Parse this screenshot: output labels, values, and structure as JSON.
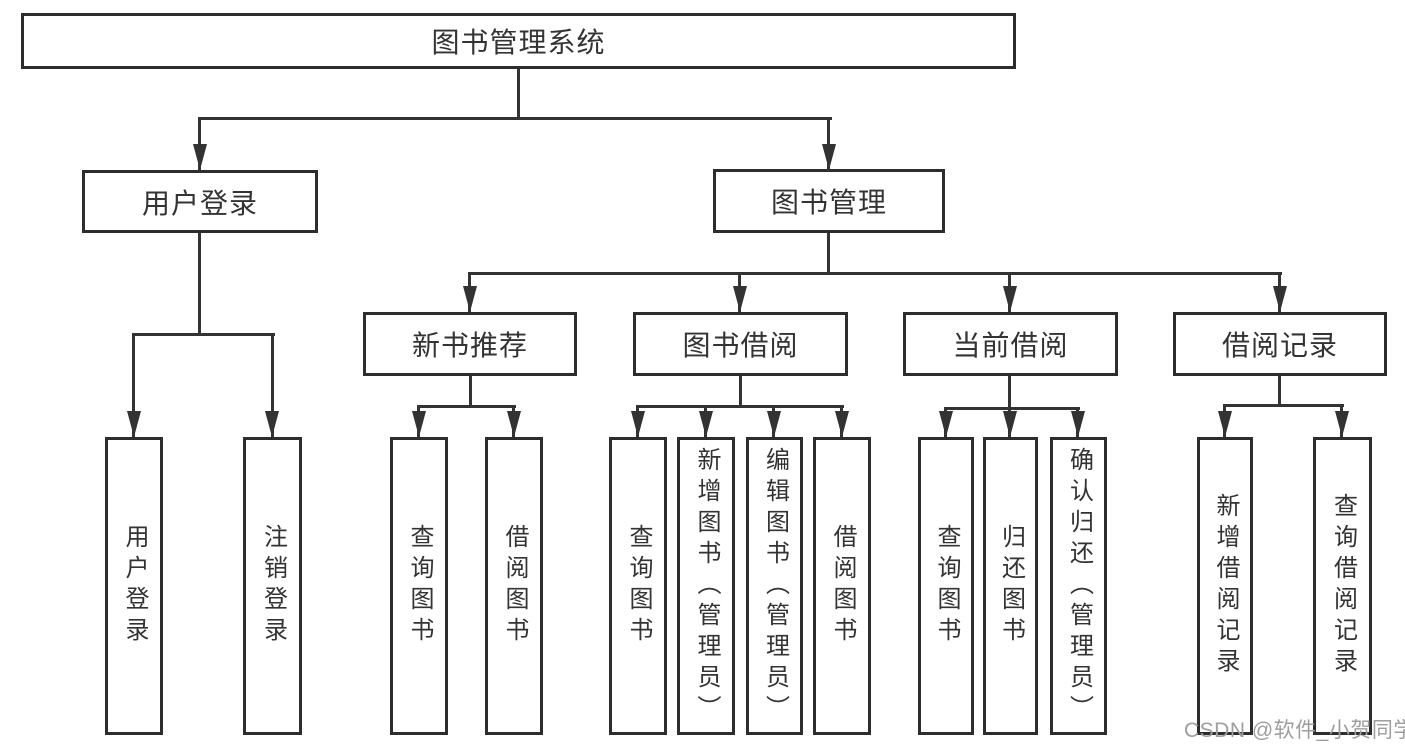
{
  "tree": {
    "label": "图书管理系统",
    "children": [
      {
        "label": "用户登录",
        "children": [
          {
            "label": "用户登录"
          },
          {
            "label": "注销登录"
          }
        ]
      },
      {
        "label": "图书管理",
        "children": [
          {
            "label": "新书推荐",
            "children": [
              {
                "label": "查询图书"
              },
              {
                "label": "借阅图书"
              }
            ]
          },
          {
            "label": "图书借阅",
            "children": [
              {
                "label": "查询图书"
              },
              {
                "label": "新增图书（管理员）"
              },
              {
                "label": "编辑图书（管理员）"
              },
              {
                "label": "借阅图书"
              }
            ]
          },
          {
            "label": "当前借阅",
            "children": [
              {
                "label": "查询图书"
              },
              {
                "label": "归还图书"
              },
              {
                "label": "确认归还（管理员）"
              }
            ]
          },
          {
            "label": "借阅记录",
            "children": [
              {
                "label": "新增借阅记录"
              },
              {
                "label": "查询借阅记录"
              }
            ]
          }
        ]
      }
    ]
  },
  "watermark": {
    "text": "CSDN @软件_小贺同学"
  },
  "colors": {
    "line": "#333333",
    "box_border": "#2d2d2d",
    "box_fill": "#ffffff",
    "text": "#333333",
    "watermark": "#9e9e9e"
  }
}
